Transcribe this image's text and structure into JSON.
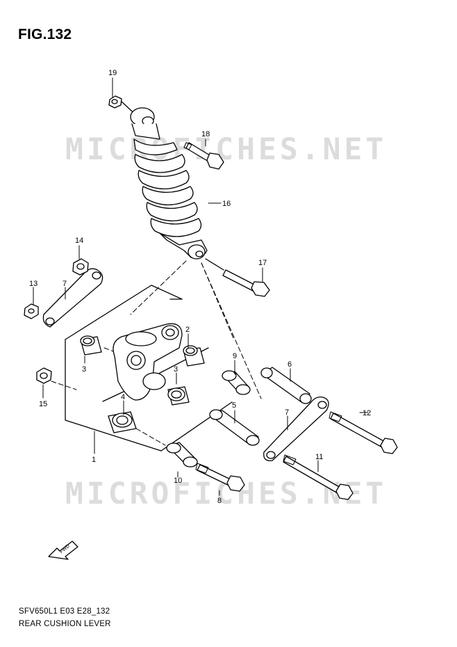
{
  "figure": {
    "title": "FIG.132",
    "watermark": "MICROFICHES.NET",
    "code": "SFV650L1 E03 E28_132",
    "description": "REAR CUSHION LEVER",
    "fwd_label": "FWD"
  },
  "callouts": [
    "1",
    "2",
    "3",
    "3",
    "4",
    "5",
    "6",
    "7",
    "7",
    "8",
    "9",
    "10",
    "11",
    "12",
    "13",
    "14",
    "15",
    "16",
    "17",
    "18",
    "19"
  ]
}
